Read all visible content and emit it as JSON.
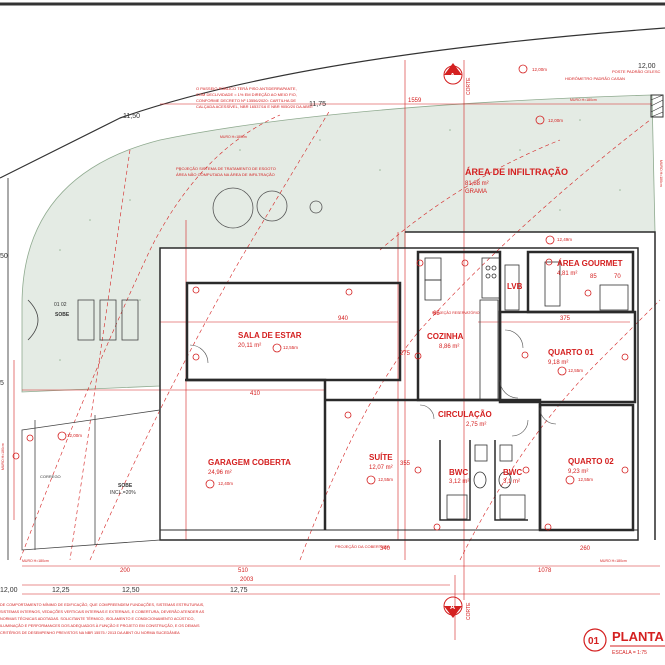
{
  "colors": {
    "wall": "#2a2a2a",
    "annotation": "#d42020",
    "grass_fill": "#e4ebe4",
    "grass_stroke": "#8faa8f"
  },
  "rooms": {
    "area_infiltracao": {
      "name": "ÁREA DE INFILTRAÇÃO",
      "area": "81,88 m²",
      "finish": "GRAMA"
    },
    "area_gourmet": {
      "name": "ÁREA GOURMET",
      "area": "4,81 m²"
    },
    "lvb": {
      "name": "LVB"
    },
    "cozinha": {
      "name": "COZINHA",
      "area": "8,86 m²"
    },
    "sala_estar": {
      "name": "SALA DE ESTAR",
      "area": "20,11 m²"
    },
    "quarto_01": {
      "name": "QUARTO 01",
      "area": "9,18 m²"
    },
    "circulacao": {
      "name": "CIRCULAÇÃO",
      "area": "2,75 m²"
    },
    "garagem": {
      "name": "GARAGEM COBERTA",
      "area": "24,96 m²"
    },
    "suite": {
      "name": "SUÍTE",
      "area": "12,07 m²"
    },
    "bwc_1": {
      "name": "BWC",
      "area": "3,12 m²"
    },
    "bwc_2": {
      "name": "BWC",
      "area": "3,1 m²"
    },
    "quarto_02": {
      "name": "QUARTO 02",
      "area": "9,23 m²"
    }
  },
  "dimensions": {
    "d1559": "1559",
    "d940": "940",
    "d410": "410",
    "d375": "375",
    "d340": "340",
    "d260": "260",
    "d510": "510",
    "d200": "200",
    "d2003": "2003",
    "d1078": "1078",
    "d275": "275",
    "d355": "355",
    "d65": "65",
    "d70": "70",
    "d85": "85"
  },
  "levels": {
    "l_top": "12,00m",
    "l_left1": "12,00m",
    "l_left2": "12,00m",
    "l_sala": "12,55m",
    "l_quarto1": "12,55m",
    "l_gourmet": "12,49m",
    "l_garagem": "12,40m",
    "l_suite": "12,55m",
    "l_q2": "12,55m"
  },
  "topo_labels": {
    "t1150": "11,50",
    "t1175": "11,75",
    "t1200_tr": "12,00",
    "t1200_bl": "12,00",
    "t1225": "12,25",
    "t1250_b": "12,50",
    "t1275": "12,75",
    "t1250_l": "50",
    "t15": "5"
  },
  "labels": {
    "sobe_top": "SOBE",
    "sobe_ramp": "SOBE",
    "ramp_incline": "INCL.=20%",
    "sobe_num": "01 02",
    "corte": "CORTE",
    "section_mark": "A",
    "projecao_cobertura": "PROJEÇÃO DA COBERTURA",
    "projecao_reservatorio": "PROJEÇÃO RESERVATÓRIO",
    "hidrometro": "HIDRÔMETRO PADRÃO CASAN",
    "poste": "POSTE PADRÃO CELESC",
    "corrego": "CORREGO"
  },
  "notes": {
    "passeio": [
      "O PASSEIO PÚBLICO TERÁ PISO ANTIDERRAPANTE,",
      "COM DECLIVIDADE = 1% EM DIREÇÃO AO MEIO FIO,",
      "CONFORME DECRETO Nº 13556/2020: CARTILHA DE",
      "CALÇADA ACESSÍVEL, NBR 16537/16 E NBR 9050/20 DA ABNT"
    ],
    "tratamento": [
      "PROJEÇÃO SISTEMA DE TRATAMENTO DE ESGOTO",
      "ÁREA NÃO COMPUTADA NA ÁREA DE INFILTRAÇÃO"
    ],
    "bottom": [
      "DE COMPORTAMENTO MÍNIMO DE EDIFICAÇÃO, QUE COMPREENDEM FUNDAÇÕES, SISTEMAS ESTRUTURAIS,",
      "SISTEMAS INTERNOS, VEDAÇÕES VERTICAIS INTERNAS E EXTERNAS, E COBERTURA, DEVERÃO ATENDER AS",
      "NORMAS TÉCNICAS ADOTADAS. SOLICITANTE TÉRMICO, ISOLAMENTO E CONDICIONAMENTO ACÚSTICO,",
      "ILUMINAÇÃO E PERFORMANCES DOS ADEQUADOS À FUNÇÃO E PROJETO EM CONSTRUÇÃO, E OS DEMAIS",
      "CRITÉRIOS DE DESEMPENHO PREVISTOS NA NBR 15575 / 2013 DA ABNT OU NORMA SUCEDÂNEA"
    ]
  },
  "walls_text": {
    "muro_top": "MURO H=180cm",
    "muro_top2": "MURO H=180cm",
    "muro_bottom": "MURO H=180cm",
    "muro_bottom2": "MURO H=180cm",
    "muro_left": "MURO H=180cm",
    "muro_right": "MURO H=180cm"
  },
  "title_block": {
    "number": "01",
    "title": "PLANTA",
    "scale": "ESCALA = 1:75"
  }
}
